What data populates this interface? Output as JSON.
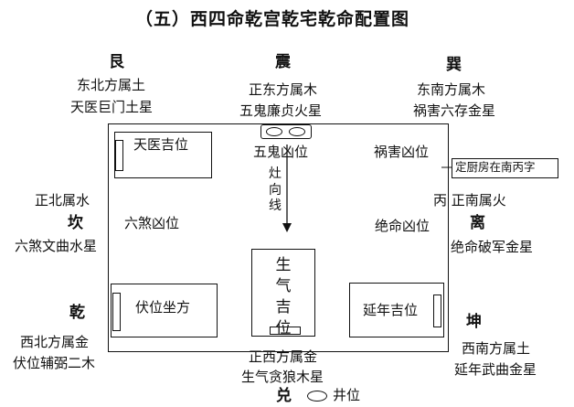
{
  "title": "（五）西四命乾宫乾宅乾命配置图",
  "top": {
    "gen": {
      "gua": "艮",
      "line1": "东北方属土",
      "line2": "天医巨门土星"
    },
    "zhen": {
      "gua": "震",
      "line1": "正东方属木",
      "line2": "五鬼廉贞火星"
    },
    "xun": {
      "gua": "巽",
      "line1": "东南方属木",
      "line2": "祸害六存金星"
    }
  },
  "left": {
    "kan": {
      "line1": "正北属水",
      "gua": "坎",
      "line2": "六煞文曲水星"
    },
    "qian": {
      "gua": "乾",
      "line1": "西北方属金",
      "line2": "伏位辅弼二木"
    }
  },
  "right": {
    "li": {
      "line1": "丙  正南属火",
      "gua": "离",
      "line2": "绝命破军金星"
    },
    "kun": {
      "gua": "坤",
      "line1": "西南方属土",
      "line2": "延年武曲金星"
    }
  },
  "bottom": {
    "dui": {
      "line1": "正西方属金",
      "line2": "生气贪狼木星",
      "gua": "兑",
      "well": "井位"
    }
  },
  "rooms": {
    "tianyi": "天医吉位",
    "wugui": "五鬼凶位",
    "huohai": "祸害凶位",
    "liusha": "六煞凶位",
    "jueming": "绝命凶位",
    "fuwei": "伏位坐方",
    "yannian": "延年吉位",
    "shengqi": [
      "生",
      "气",
      "吉",
      "位"
    ],
    "stove_line": [
      "灶",
      "向",
      "线"
    ]
  },
  "kitchen_note": "定厨房在南丙字"
}
